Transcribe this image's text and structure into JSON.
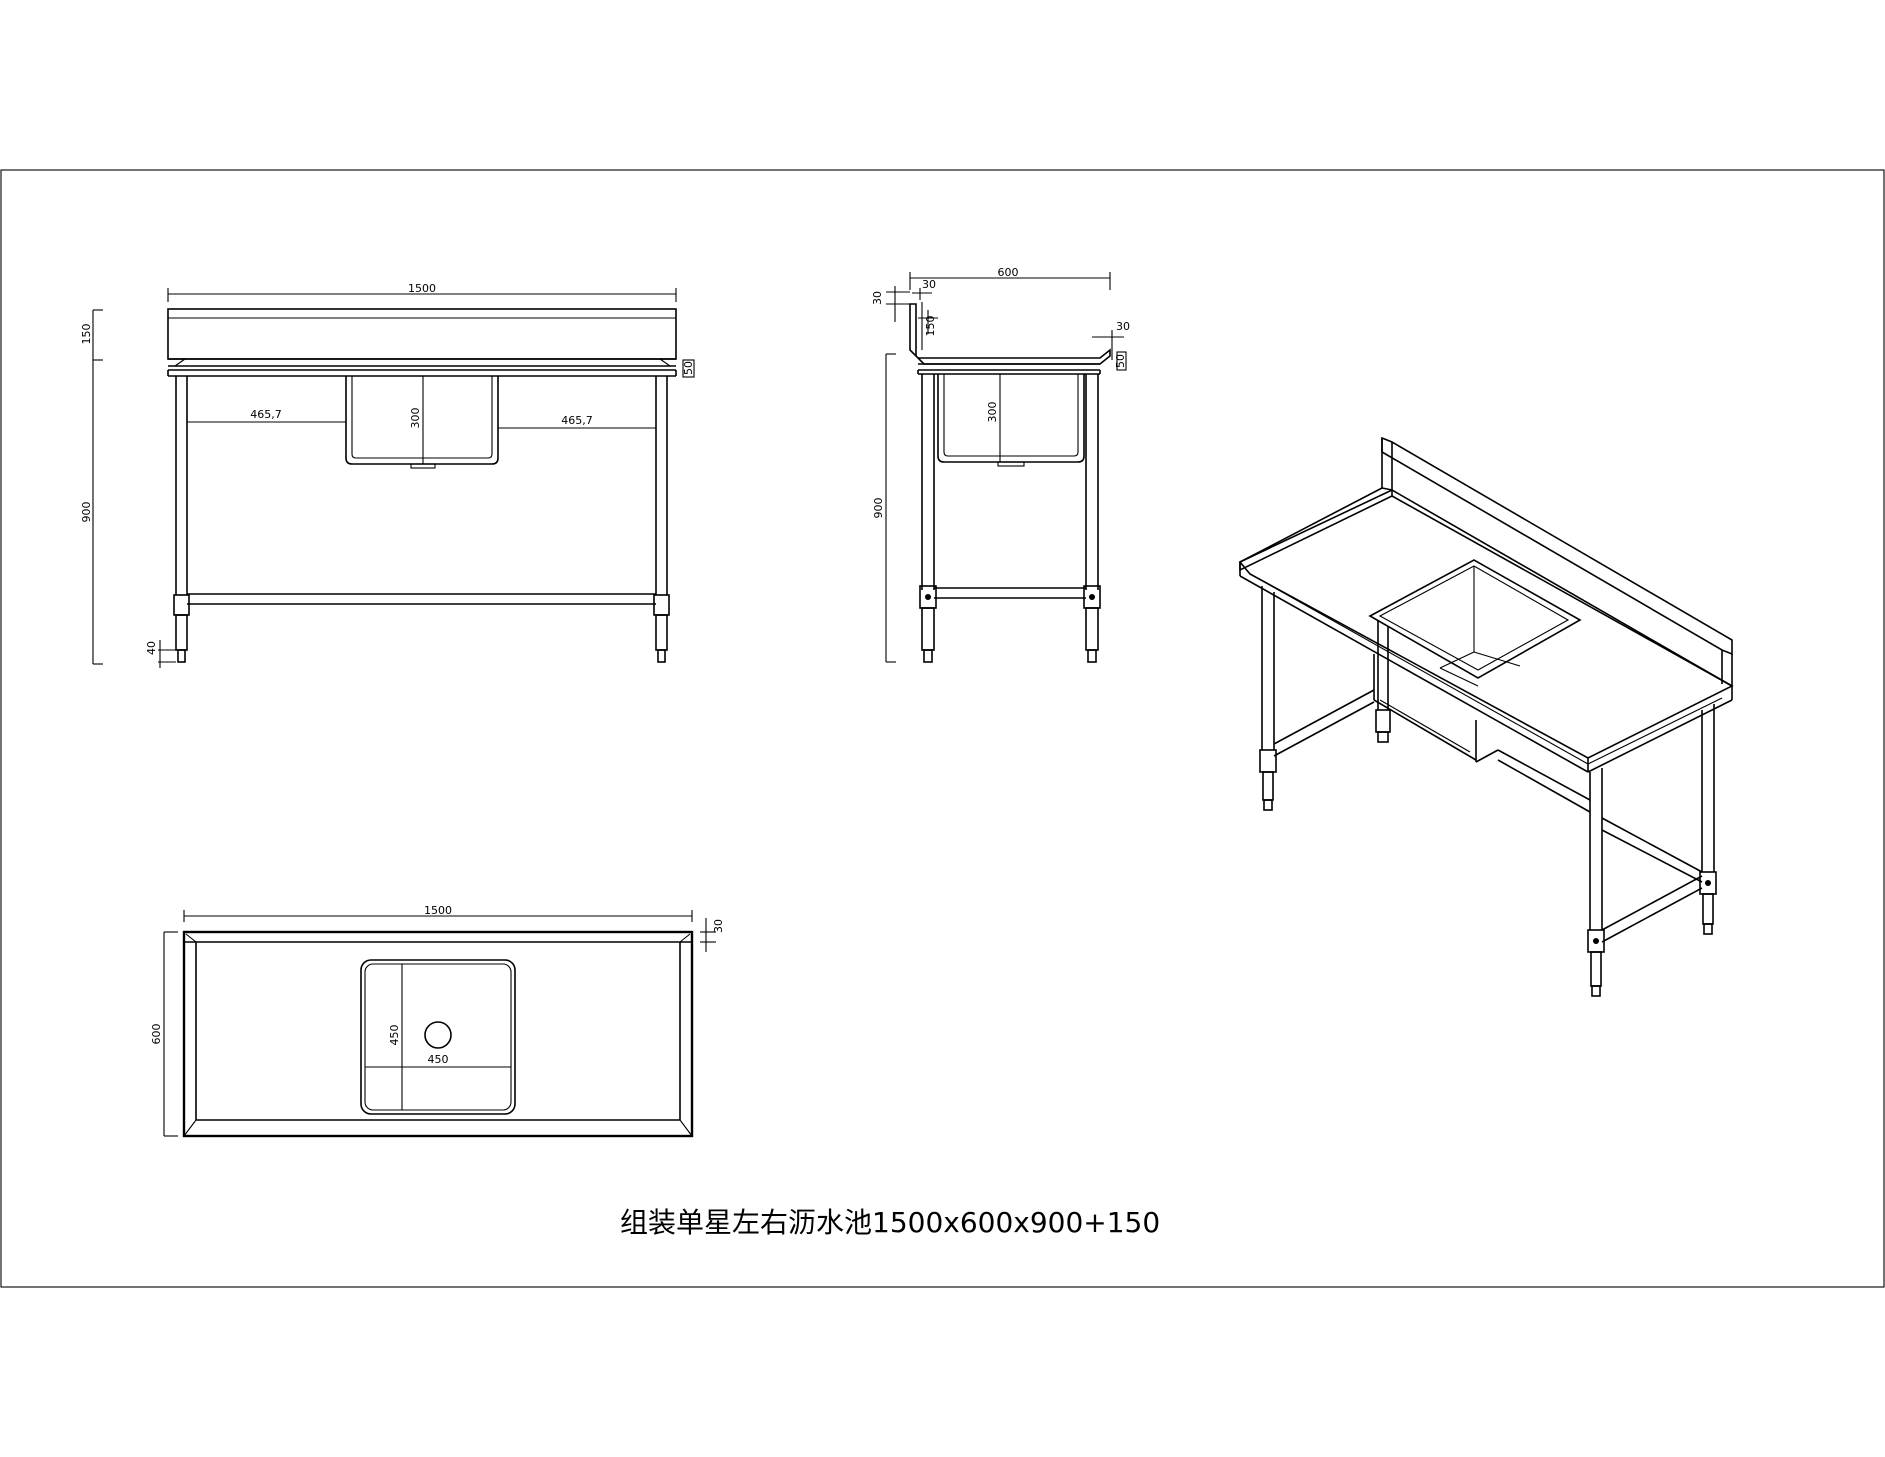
{
  "title": "组装单星左右沥水池1500x600x900+150",
  "front_view": {
    "length": "1500",
    "backsplash_height": "150",
    "leg_height": "900",
    "left_offset": "465,7",
    "right_offset": "465,7",
    "bowl_depth": "300",
    "edge_height": "50",
    "foot_height": "40"
  },
  "side_view": {
    "width": "600",
    "top_lip": "30",
    "top_lip_front": "30",
    "backsplash_height": "150",
    "edge_height": "50",
    "bowl_depth": "300",
    "leg_height": "900",
    "upstand_thickness": "30"
  },
  "top_view": {
    "length": "1500",
    "width": "600",
    "upstand": "30",
    "bowl_length": "450",
    "bowl_width": "450"
  }
}
